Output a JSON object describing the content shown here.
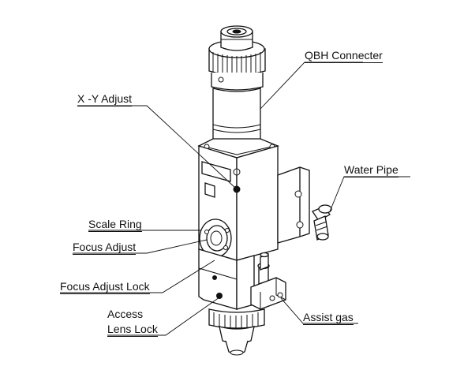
{
  "labels": {
    "qbh": "QBH Connecter",
    "xy": "X -Y Adjust",
    "water": "Water Pipe",
    "scale": "Scale Ring",
    "focus": "Focus Adjust",
    "focus_lock": "Focus Adjust Lock",
    "access": "Access",
    "lens_lock": "Lens Lock",
    "assist": "Assist gas"
  }
}
